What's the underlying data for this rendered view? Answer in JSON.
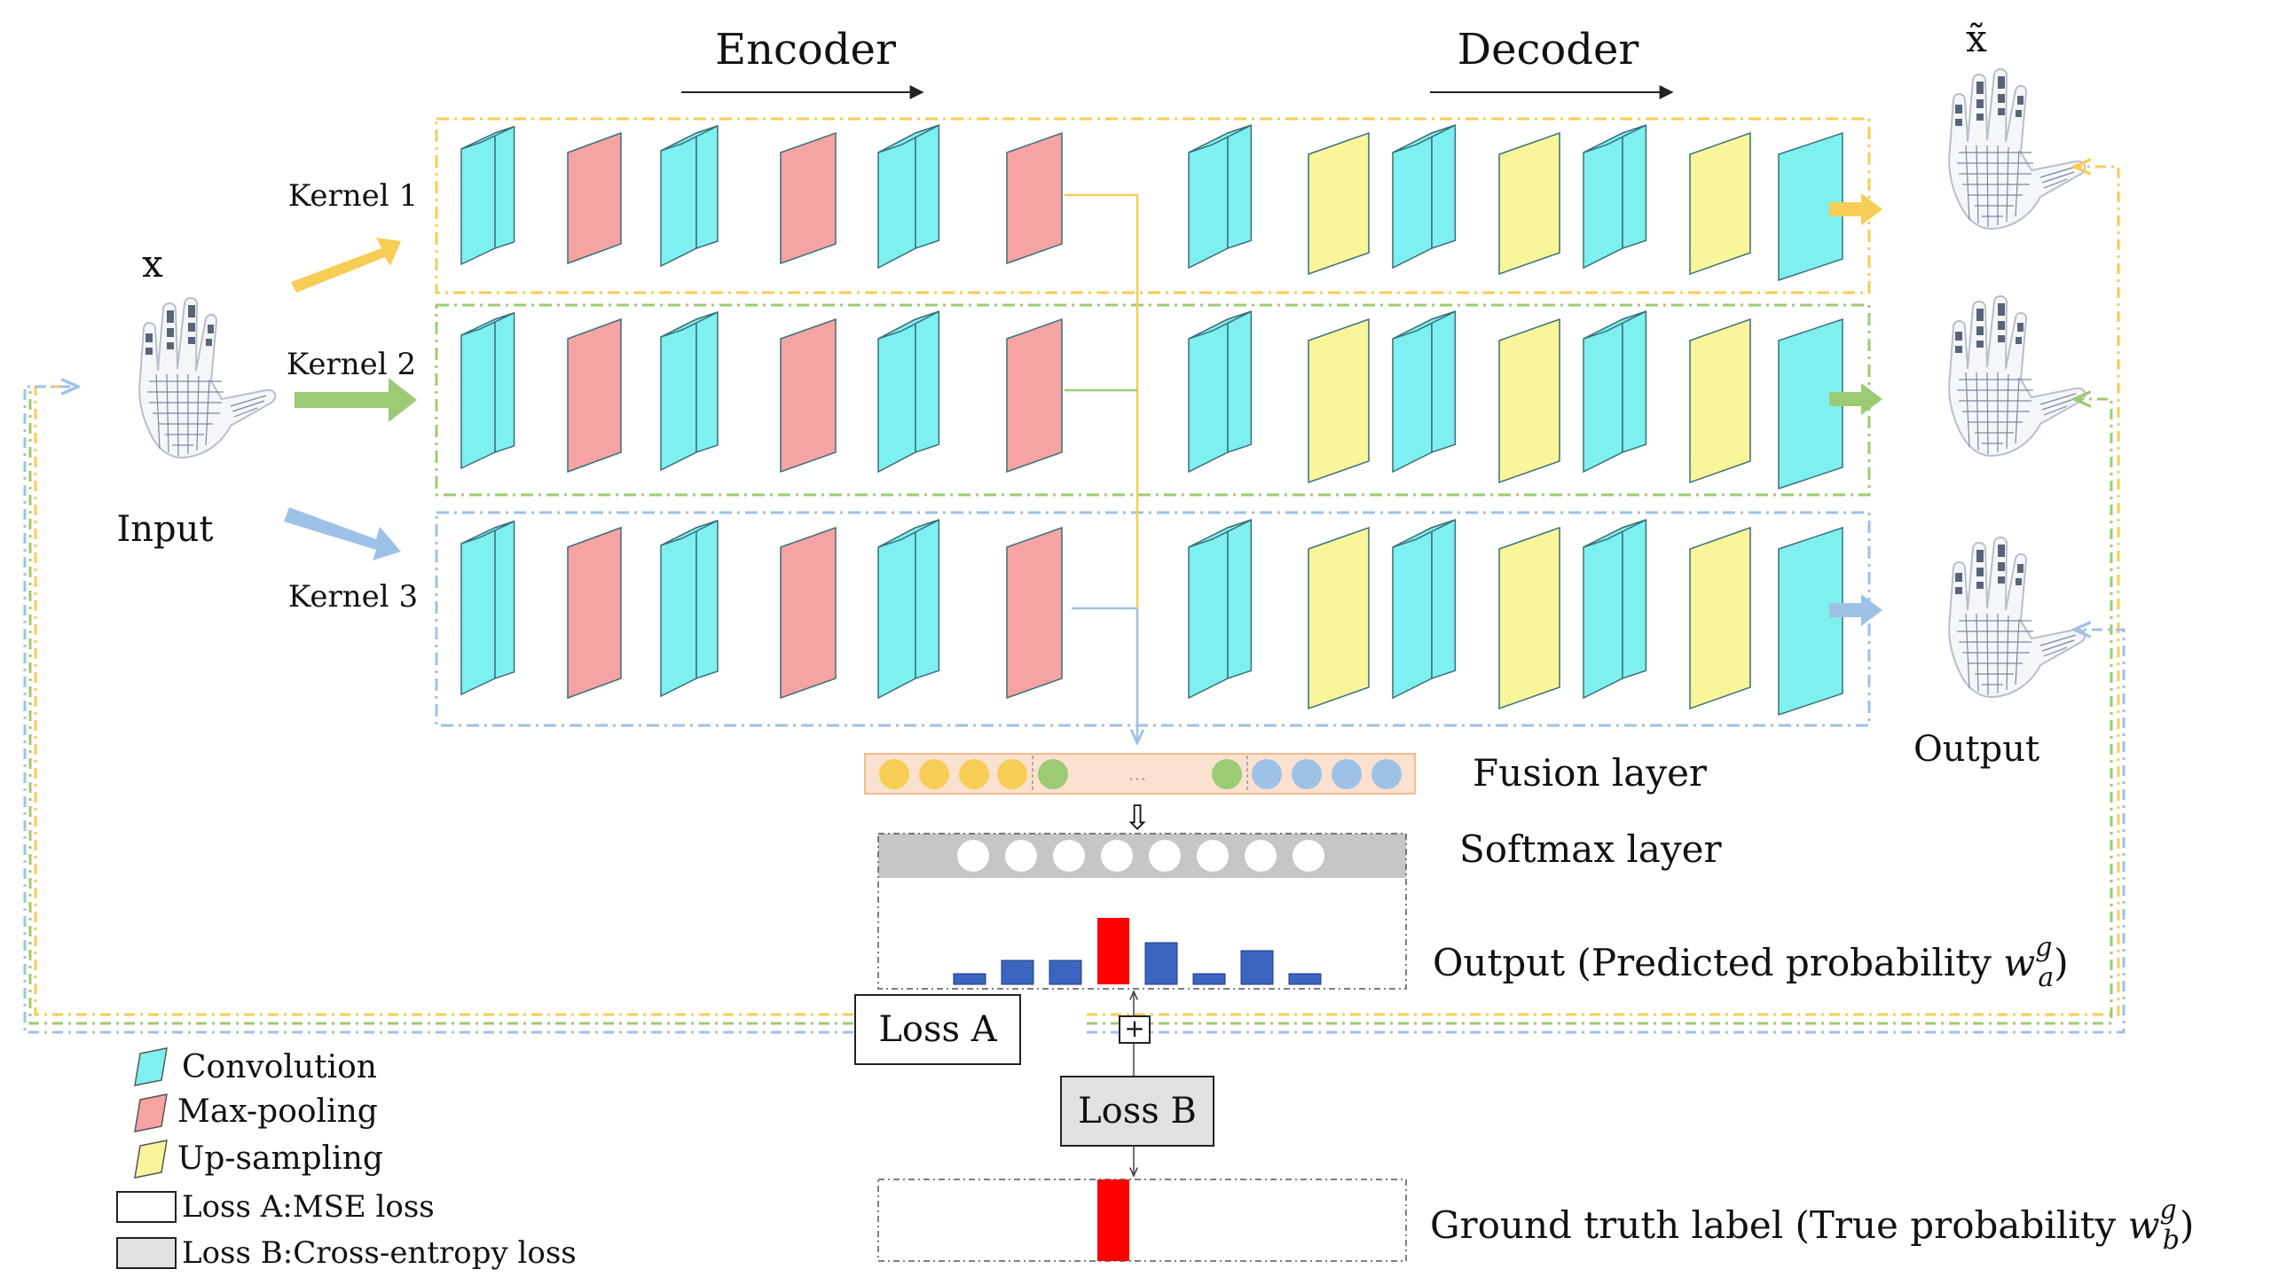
{
  "header": {
    "encoder": "Encoder",
    "decoder": "Decoder"
  },
  "input": {
    "symbol": "x",
    "label": "Input"
  },
  "output": {
    "symbol": "x̃",
    "label": "Output"
  },
  "kernels": [
    "Kernel 1",
    "Kernel 2",
    "Kernel 3"
  ],
  "colors": {
    "convolution": "#7FF0F0",
    "max_pooling": "#F6A3A3",
    "up_sampling": "#F8F59A",
    "kernel1": "#F6CD55",
    "kernel2": "#9CCB73",
    "kernel3": "#9EC2E6",
    "fusion_bg": "#FBE1CF",
    "softmax_bg": "#C6C6C6",
    "bar": "#3A66C0",
    "bar_highlight": "#FF0000",
    "loss_b_bg": "#E2E2E2"
  },
  "fusion": {
    "label": "Fusion layer",
    "dots": "..."
  },
  "softmax": {
    "label": "Softmax layer",
    "arrow": "⇩"
  },
  "predicted": {
    "label_prefix": "Output  (Predicted probability ",
    "symbol": "w",
    "sup": "g",
    "sub": "a",
    "label_suffix": ")",
    "bars": [
      0.12,
      0.27,
      0.27,
      0.75,
      0.47,
      0.12,
      0.38,
      0.12
    ],
    "highlight_index": 3
  },
  "ground_truth": {
    "label_prefix": "Ground truth label (True probability ",
    "symbol": "w",
    "sup": "g",
    "sub": "b",
    "label_suffix": ")",
    "highlight_index": 3
  },
  "loss": {
    "a": "Loss A",
    "b": "Loss B",
    "plus": "+"
  },
  "legend": {
    "convolution": "Convolution",
    "max_pooling": "Max-pooling",
    "up_sampling": "Up-sampling",
    "loss_a": "Loss A:MSE loss",
    "loss_b": "Loss B:Cross-entropy loss"
  }
}
